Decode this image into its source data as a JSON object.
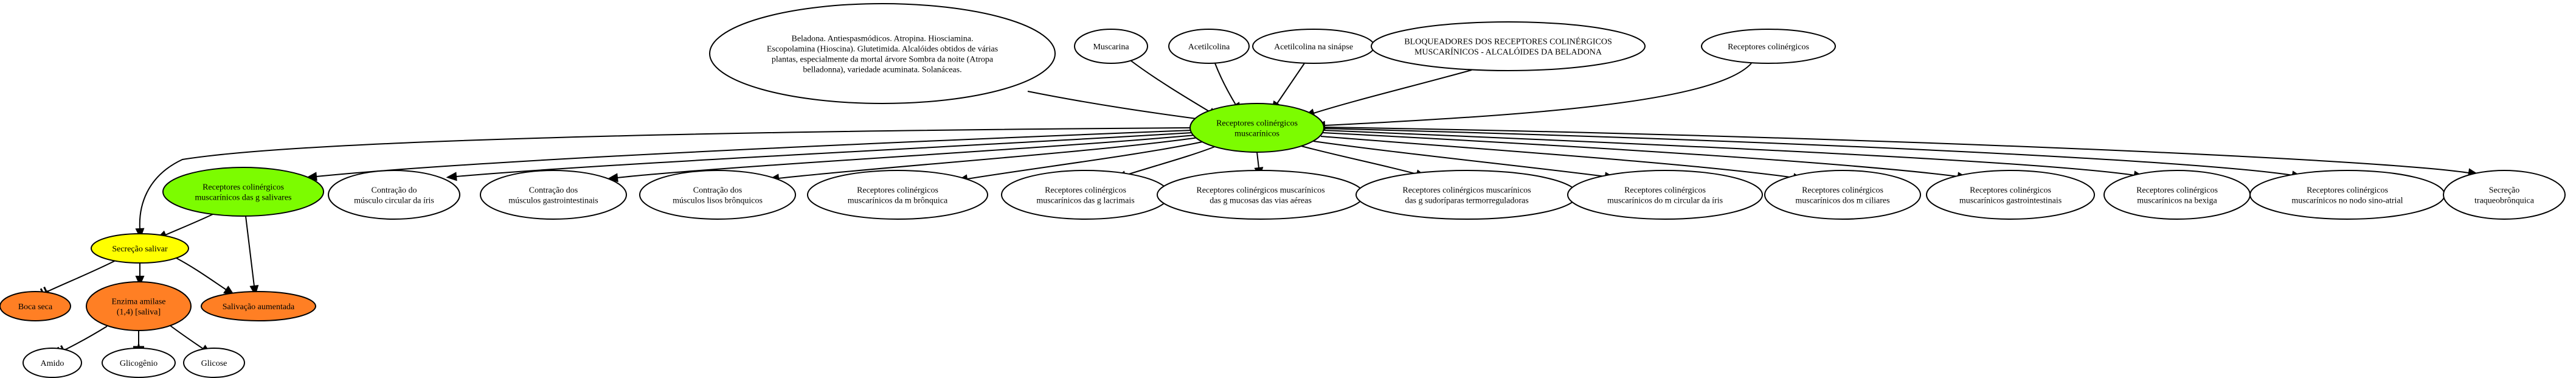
{
  "colors": {
    "background": "#ffffff",
    "green": "#7cfc00",
    "yellow": "#ffff00",
    "orange": "#ff7f24",
    "white": "#ffffff"
  },
  "nodes": {
    "beladona": {
      "fill": "white",
      "lines": [
        "Beladona. Antiespasmódicos. Atropina. Hiosciamina.",
        "Escopolamina (Hioscina). Glutetimida. Alcalóides obtidos de várias",
        "plantas, especialmente da mortal árvore Sombra da noite (Atropa",
        "belladonna), variedade acuminata. Solanáceas."
      ]
    },
    "muscarina": {
      "fill": "white",
      "lines": [
        "Muscarina"
      ]
    },
    "acetilcolina": {
      "fill": "white",
      "lines": [
        "Acetilcolina"
      ]
    },
    "acetilcolina_sinapse": {
      "fill": "white",
      "lines": [
        "Acetilcolina na sinápse"
      ]
    },
    "bloqueadores": {
      "fill": "white",
      "lines": [
        "BLOQUEADORES DOS RECEPTORES COLINÉRGICOS",
        "MUSCARÍNICOS - ALCALÓIDES DA BELADONA"
      ]
    },
    "receptores_colinergicos": {
      "fill": "white",
      "lines": [
        "Receptores colinérgicos"
      ]
    },
    "central": {
      "fill": "green",
      "lines": [
        "Receptores colinérgicos",
        "muscarínicos"
      ]
    },
    "g_salivares": {
      "fill": "green",
      "lines": [
        "Receptores colinérgicos",
        "muscarínicos das g salivares"
      ]
    },
    "iris_circ": {
      "fill": "white",
      "lines": [
        "Contração do",
        "músculo circular da íris"
      ]
    },
    "gastro": {
      "fill": "white",
      "lines": [
        "Contração dos",
        "músculos gastrointestinais"
      ]
    },
    "lisos_bronq": {
      "fill": "white",
      "lines": [
        "Contração dos",
        "músculos lisos brônquicos"
      ]
    },
    "m_bronquica": {
      "fill": "white",
      "lines": [
        "Receptores colinérgicos",
        "muscarínicos da m brônquica"
      ]
    },
    "g_lacrimais": {
      "fill": "white",
      "lines": [
        "Receptores colinérgicos",
        "muscarínicos das g lacrimais"
      ]
    },
    "g_mucosas": {
      "fill": "white",
      "lines": [
        "Receptores colinérgicos muscarínicos",
        "das g mucosas das vias aéreas"
      ]
    },
    "g_sudoriparas": {
      "fill": "white",
      "lines": [
        "Receptores colinérgicos muscarínicos",
        "das g sudoríparas termorreguladoras"
      ]
    },
    "m_circ_iris": {
      "fill": "white",
      "lines": [
        "Receptores colinérgicos",
        "muscarínicos do m circular da íris"
      ]
    },
    "m_ciliares": {
      "fill": "white",
      "lines": [
        "Receptores colinérgicos",
        "muscarínicos dos m ciliares"
      ]
    },
    "r_gastro": {
      "fill": "white",
      "lines": [
        "Receptores colinérgicos",
        "muscarínicos gastrointestinais"
      ]
    },
    "bexiga": {
      "fill": "white",
      "lines": [
        "Receptores colinérgicos",
        "muscarínicos na bexiga"
      ]
    },
    "sino_atrial": {
      "fill": "white",
      "lines": [
        "Receptores colinérgicos",
        "muscarínicos no nodo sino-atrial"
      ]
    },
    "secrecao_traq": {
      "fill": "white",
      "lines": [
        "Secreção",
        "traqueobrônquica"
      ]
    },
    "secrecao_salivar": {
      "fill": "yellow",
      "lines": [
        "Secreção salivar"
      ]
    },
    "boca_seca": {
      "fill": "orange",
      "lines": [
        "Boca seca"
      ]
    },
    "enzima": {
      "fill": "orange",
      "lines": [
        "Enzima amilase",
        "(1,4) [saliva]"
      ]
    },
    "salivacao": {
      "fill": "orange",
      "lines": [
        "Salivação aumentada"
      ]
    },
    "amido": {
      "fill": "white",
      "lines": [
        "Amido"
      ]
    },
    "glicogenio": {
      "fill": "white",
      "lines": [
        "Glicogênio"
      ]
    },
    "glicose": {
      "fill": "white",
      "lines": [
        "Glicose"
      ]
    }
  }
}
